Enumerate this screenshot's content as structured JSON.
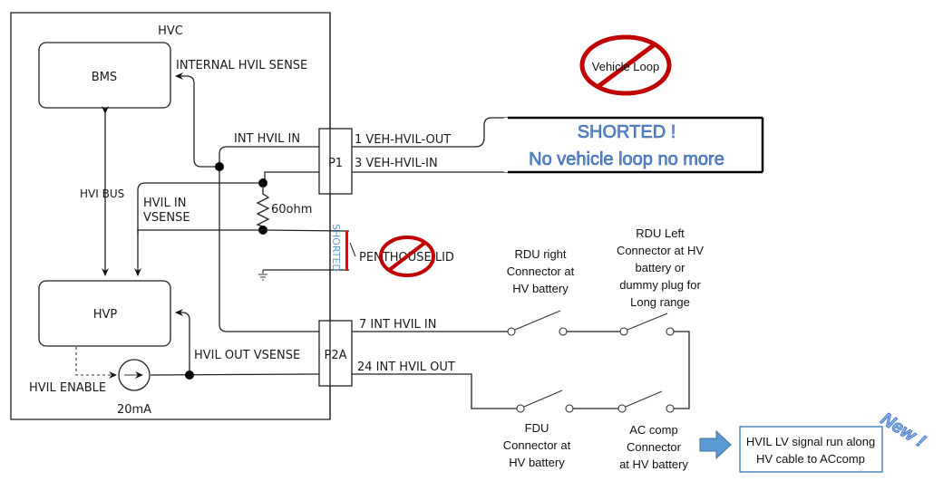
{
  "diagram": {
    "hvc_label": "HVC",
    "bms_label": "BMS",
    "hvp_label": "HVP",
    "internal_hvil_sense": "INTERNAL HVIL SENSE",
    "hvi_bus": "HVI BUS",
    "int_hvil_in": "INT HVIL IN",
    "hvil_in_vsense_line1": "HVIL IN",
    "hvil_in_vsense_line2": "VSENSE",
    "resistor_label": "60ohm",
    "hvil_out_vsense": "HVIL OUT VSENSE",
    "hvil_enable": "HVIL ENABLE",
    "current_source": "20mA",
    "p1_label": "P1",
    "p2a_label": "P2A",
    "p1_pin1": "1 VEH-HVIL-OUT",
    "p1_pin3": "3 VEH-HVIL-IN",
    "p2a_pin7": "7 INT HVIL IN",
    "p2a_pin24": "24 INT HVIL OUT",
    "penthouse_lid": "PENTHOUSE LID",
    "shorted_vertical": "SHORTED",
    "vehicle_loop": "Vehicle Loop",
    "shorted_banner_line1": "SHORTED !",
    "shorted_banner_line2": "No vehicle loop no more",
    "switches": [
      {
        "lines": [
          "RDU right",
          "Connector at",
          "HV battery"
        ]
      },
      {
        "lines": [
          "RDU Left",
          "Connector at HV",
          "battery or",
          "dummy  plug for",
          "Long range"
        ]
      },
      {
        "lines": [
          "FDU",
          "Connector at",
          "HV battery"
        ]
      },
      {
        "lines": [
          "AC comp",
          "Connector",
          "at HV battery"
        ]
      }
    ],
    "note_box_line1": "HVIL LV signal run along",
    "note_box_line2": "HV cable to ACcomp",
    "new_badge": "New !",
    "colors": {
      "prohibit_red": "#c00000",
      "short_bar_red": "#ff0000",
      "accent_blue": "#5b9bd5",
      "note_border": "#2e75b6"
    }
  }
}
